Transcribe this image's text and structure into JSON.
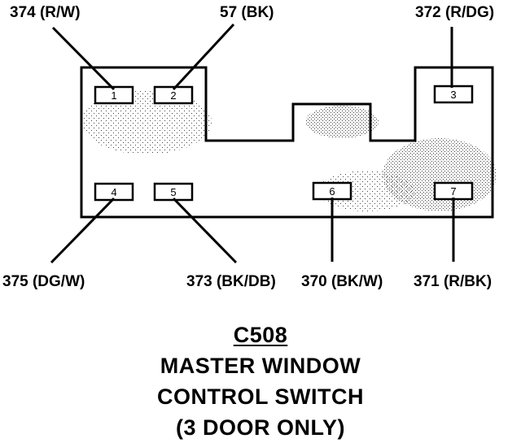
{
  "connector": {
    "code": "C508",
    "title_lines": [
      "MASTER WINDOW",
      "CONTROL SWITCH",
      "(3 DOOR ONLY)"
    ]
  },
  "pins": [
    {
      "pin": "1",
      "circuit": "374 (R/W)"
    },
    {
      "pin": "2",
      "circuit": "57 (BK)"
    },
    {
      "pin": "3",
      "circuit": "372 (R/DG)"
    },
    {
      "pin": "4",
      "circuit": "375 (DG/W)"
    },
    {
      "pin": "5",
      "circuit": "373 (BK/DB)"
    },
    {
      "pin": "6",
      "circuit": "370 (BK/W)"
    },
    {
      "pin": "7",
      "circuit": "371 (R/BK)"
    }
  ]
}
